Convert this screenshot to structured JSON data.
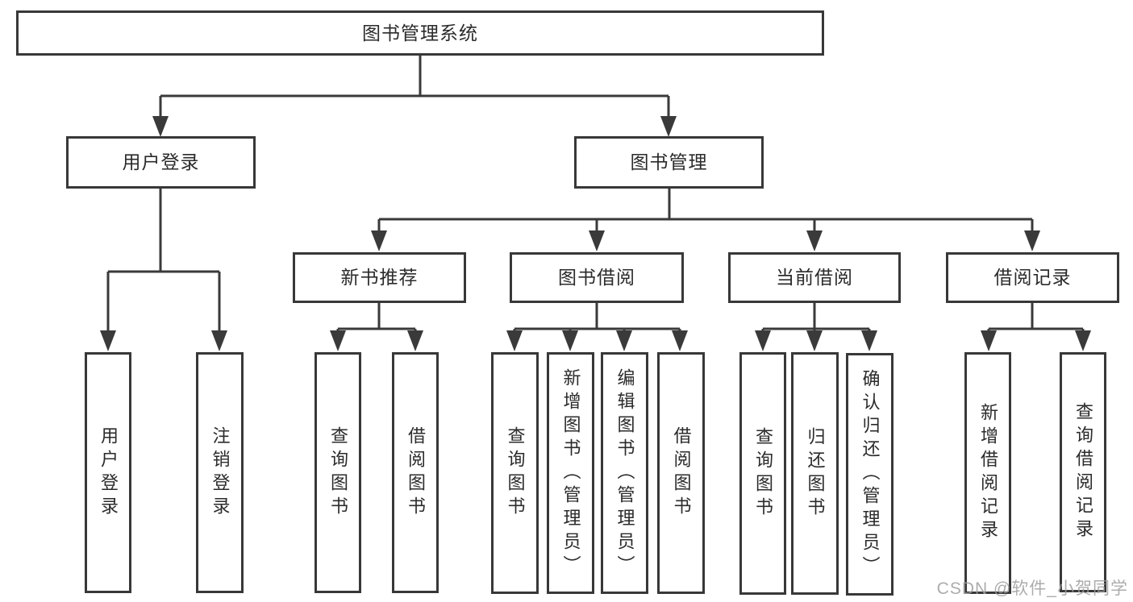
{
  "diagram_type": "tree",
  "tree": {
    "root": {
      "label": "图书管理系统"
    },
    "branches": [
      {
        "label": "用户登录",
        "children": [
          {
            "label": "用户登录"
          },
          {
            "label": "注销登录"
          }
        ]
      },
      {
        "label": "图书管理",
        "children": [
          {
            "label": "新书推荐",
            "children": [
              {
                "label": "查询图书"
              },
              {
                "label": "借阅图书"
              }
            ]
          },
          {
            "label": "图书借阅",
            "children": [
              {
                "label": "查询图书"
              },
              {
                "label": "新增图书（管理员）"
              },
              {
                "label": "编辑图书（管理员）"
              },
              {
                "label": "借阅图书"
              }
            ]
          },
          {
            "label": "当前借阅",
            "children": [
              {
                "label": "查询图书"
              },
              {
                "label": "归还图书"
              },
              {
                "label": "确认归还（管理员）"
              }
            ]
          },
          {
            "label": "借阅记录",
            "children": [
              {
                "label": "新增借阅记录"
              },
              {
                "label": "查询借阅记录"
              }
            ]
          }
        ]
      }
    ]
  },
  "watermark": {
    "text": "CSDN @软件_小贺同学"
  },
  "colors": {
    "line": "#3a3a3a",
    "box_border": "#383838",
    "text": "#2b2b2b",
    "watermark": "#9e9e9e",
    "background": "#ffffff"
  }
}
